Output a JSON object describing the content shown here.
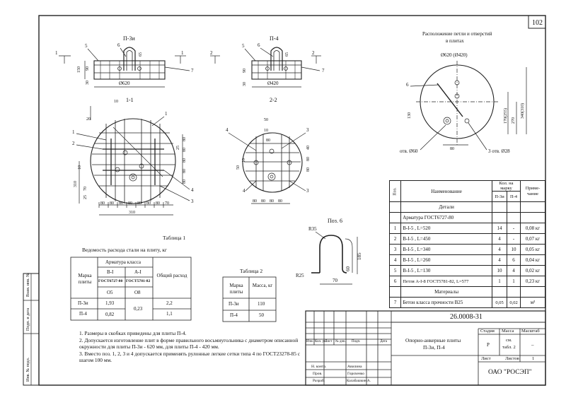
{
  "sheet_number": "102",
  "views": {
    "p3i_label": "П-3и",
    "p4_label": "П-4",
    "section_1_1": "1-1",
    "section_2_2": "2-2",
    "pos6_title": "Поз. 6",
    "loop_title_line1": "Расположение петли и отверстий",
    "loop_title_line2": "в плитах",
    "loop_diameter": "Ø620 (Ø420)",
    "hole_60": "отв. Ø60",
    "holes_28": "3 отв. Ø28",
    "d620": "Ø620",
    "d420": "Ø420",
    "dims": {
      "150": "150",
      "90": "90",
      "30": "30",
      "65": "65",
      "310": "310",
      "70": "70",
      "25": "25",
      "80": "80",
      "10": "10",
      "20": "20",
      "50": "50",
      "40": "40",
      "r35": "R35",
      "r25": "R25",
      "185": "185",
      "60": "60",
      "130": "130",
      "170_255": "170(255)",
      "340_310": "340(310)",
      "270": "270"
    },
    "pos_numbers": [
      "1",
      "2",
      "3",
      "4",
      "5",
      "6",
      "7"
    ]
  },
  "table1": {
    "caption": "Таблица 1",
    "title": "Ведомость расхода стали на плиту, кг",
    "head_mark": "Марка плиты",
    "head_class": "Арматура класса",
    "head_bi": "В-I",
    "head_ai": "А-I",
    "head_total": "Общий расход",
    "gost_bi": "ГОСТ6727-80",
    "gost_ai": "ГОСТ5781-82",
    "sub_bi": "О5",
    "sub_ai": "О8",
    "rows": [
      {
        "mark": "П-3и",
        "bi": "1,93",
        "total": "2,2"
      },
      {
        "mark": "П-4",
        "bi": "0,82",
        "total": "1,1"
      }
    ],
    "ai_shared": "0,23"
  },
  "table2": {
    "caption": "Таблица 2",
    "head_mark": "Марка плиты",
    "head_mass": "Масса, кг",
    "rows": [
      {
        "mark": "П-3и",
        "mass": "110"
      },
      {
        "mark": "П-4",
        "mass": "50"
      }
    ]
  },
  "spec": {
    "head_pos": "Поз.",
    "head_name": "Наименование",
    "head_qty": "Кол. на марку",
    "head_p3i": "П-3и",
    "head_p4": "П-4",
    "head_note": "Приме-чание",
    "section_details": "Детали",
    "section_rebar": "Арматура ГОСТ6727-80",
    "rows": [
      {
        "pos": "1",
        "name": "В-I-5 , L=520",
        "p3": "14",
        "p4": "-",
        "note": "0,08 кг"
      },
      {
        "pos": "2",
        "name": "В-I-5 , L=450",
        "p3": "4",
        "p4": "-",
        "note": "0,07 кг"
      },
      {
        "pos": "3",
        "name": "В-I-5 , L=340",
        "p3": "4",
        "p4": "10",
        "note": "0,05 кг"
      },
      {
        "pos": "4",
        "name": "В-I-5 , L=260",
        "p3": "4",
        "p4": "6",
        "note": "0,04 кг"
      },
      {
        "pos": "5",
        "name": "В-I-5 , L=130",
        "p3": "10",
        "p4": "4",
        "note": "0,02 кг"
      },
      {
        "pos": "6",
        "name": "Петля А-I-8 ГОСТ5781-82, L=577",
        "p3": "1",
        "p4": "1",
        "note": "0,23 кг"
      }
    ],
    "section_materials": "Материалы",
    "row7": {
      "pos": "7",
      "name": "Бетон класса прочности В25",
      "p3": "0,05",
      "p4": "0,02",
      "note": "м³"
    }
  },
  "notes": [
    "1. Размеры в скобках приведены для плиты П-4.",
    "2. Допускается изготовление плит в форме правильного восьмиугольника с диаметром описанной окружности для плиты П-3и - 620 мм, для плиты П-4 - 420 мм.",
    "3. Вместо поз. 1, 2, 3 и 4 допускается применять рулонные легкие сетки типа 4 по ГОСТ23278-85 с шагом 100 мм."
  ],
  "stamp": {
    "code": "26.0008-31",
    "title_line1": "Опорно-анкерные плиты",
    "title_line2": "П-3и, П-4",
    "stage_h": "Стадия",
    "mass_h": "Масса",
    "scale_h": "Масштаб",
    "stage": "Р",
    "mass_line1": "см.",
    "mass_line2": "табл. 2",
    "scale": "–",
    "sheet_h": "Лист",
    "sheets_h": "Листов",
    "sheets": "1",
    "org": "ОАО \"РОСЭП\"",
    "col_izm": "Изм.",
    "col_kol": "Кол. уч.",
    "col_list": "Лист",
    "col_doc": "№ док.",
    "col_sign": "Подп.",
    "col_date": "Дата",
    "roles": [
      "Н. контр.",
      "Пров.",
      "Разраб."
    ],
    "names": [
      "Авилина",
      "Горохенко",
      "Калабашкин А."
    ]
  },
  "side_stamp": [
    "Взам. инв. №",
    "Подп. и дата",
    "Инв. № подл."
  ]
}
